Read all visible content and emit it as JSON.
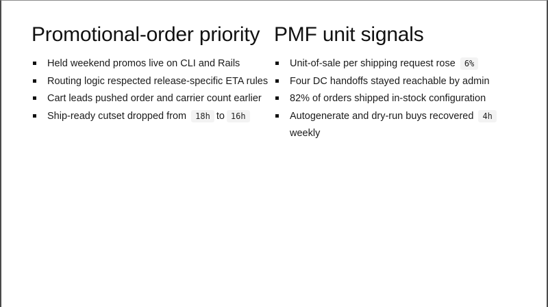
{
  "slide": {
    "left": {
      "title": "Promotional-order priority",
      "items": [
        {
          "text": "Held weekend promos live on CLI and Rails"
        },
        {
          "text": "Routing logic respected release-specific ETA rules"
        },
        {
          "text": "Cart leads pushed order and carrier count earlier"
        },
        {
          "text_before": "Ship-ready cutset dropped from",
          "code1": "18h",
          "text_mid": "to",
          "code2": "16h"
        }
      ]
    },
    "right": {
      "title": "PMF unit signals",
      "items": [
        {
          "text_before": "Unit-of-sale per shipping request rose",
          "code": "6%"
        },
        {
          "text": "Four DC handoffs stayed reachable by admin"
        },
        {
          "text": "82% of orders shipped in-stock configuration"
        },
        {
          "text_before": "Autogenerate and dry-run buys recovered",
          "code": "4h",
          "text_after": "weekly"
        }
      ]
    }
  },
  "colors": {
    "text": "#1a1a1a",
    "code_bg": "#f3f3f3",
    "border": "#4a4a4a"
  }
}
